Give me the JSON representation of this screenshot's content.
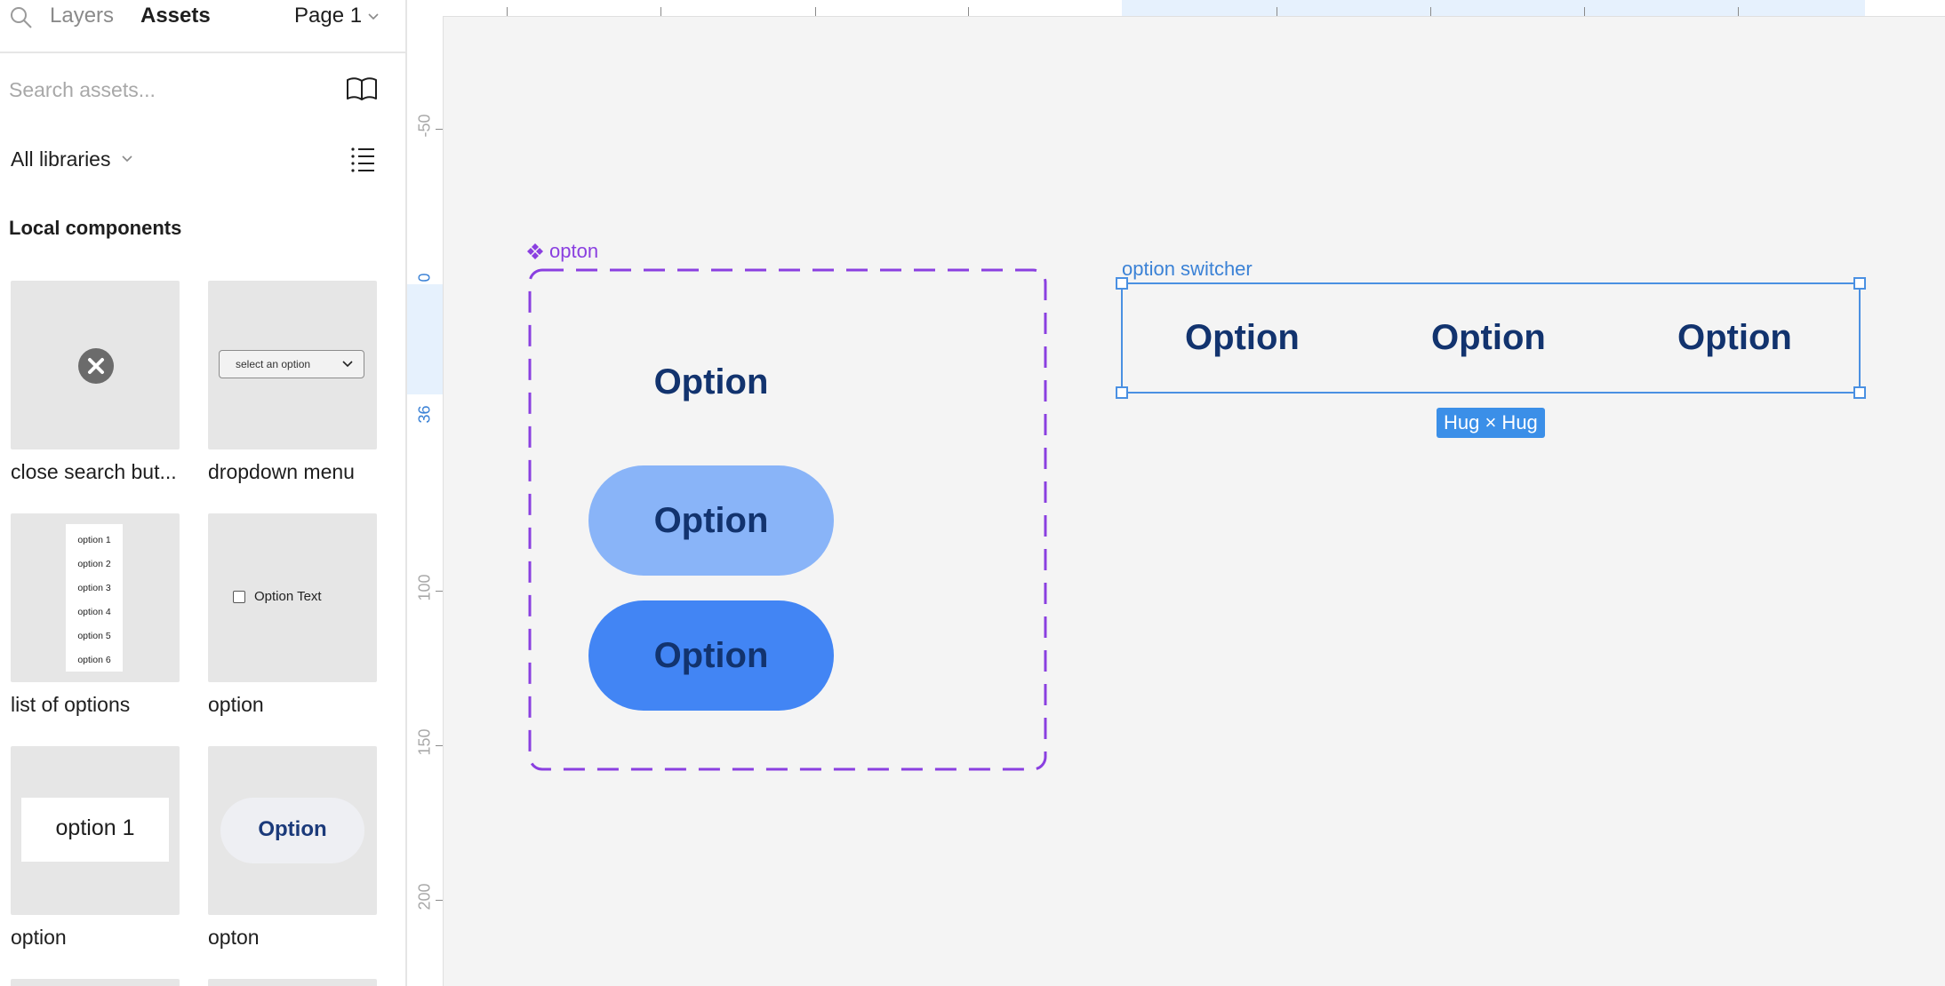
{
  "panel": {
    "tabs": {
      "layers": "Layers",
      "assets": "Assets"
    },
    "page": "Page 1",
    "search": {
      "placeholder": "Search assets..."
    },
    "libraries": "All libraries",
    "section_title": "Local components",
    "components": [
      {
        "name": "close search but..."
      },
      {
        "name": "dropdown menu",
        "preview_text": "select an option"
      },
      {
        "name": "list of options",
        "preview_items": [
          "option 1",
          "option 2",
          "option 3",
          "option 4",
          "option 5",
          "option 6"
        ]
      },
      {
        "name": "option",
        "preview_text": "Option Text"
      },
      {
        "name": "option",
        "preview_text": "option 1"
      },
      {
        "name": "opton",
        "preview_text": "Option"
      }
    ]
  },
  "rulers": {
    "vertical_labels": [
      "-50",
      "0",
      "36",
      "100",
      "150",
      "200"
    ]
  },
  "canvas": {
    "component_set": {
      "label": "opton",
      "variants": [
        "Option",
        "Option",
        "Option"
      ],
      "colors": {
        "outline": "#8a3fe0",
        "variant2": "#89b4f8",
        "variant3": "#4285f4",
        "text": "#12336e"
      }
    },
    "frame": {
      "label": "option switcher",
      "options": [
        "Option",
        "Option",
        "Option"
      ],
      "size_badge": "Hug × Hug",
      "colors": {
        "selection": "#4a90e2"
      }
    }
  }
}
